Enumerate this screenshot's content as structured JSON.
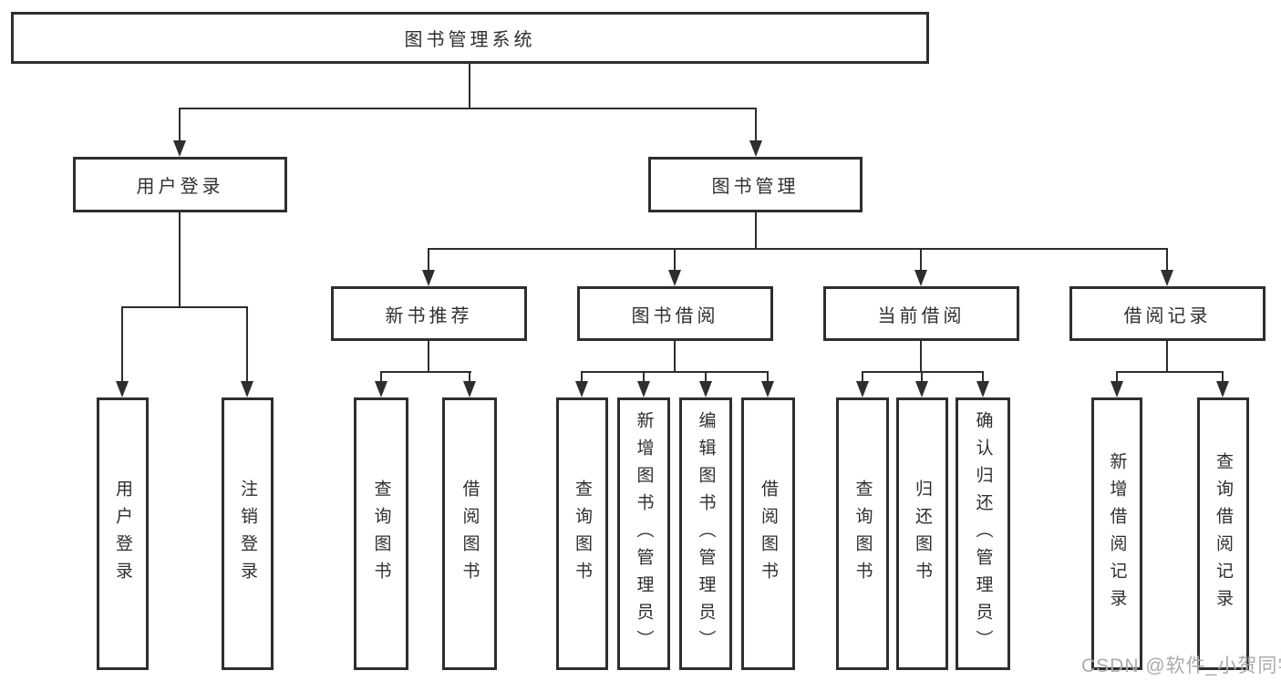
{
  "colors": {
    "line": "#2e2e2e",
    "text": "#2f2f2f",
    "watermark": "#ababab",
    "background": "#ffffff"
  },
  "tree": {
    "label": "图书管理系统",
    "children": [
      {
        "label": "用户登录",
        "children": [
          {
            "label": "用户登录"
          },
          {
            "label": "注销登录"
          }
        ]
      },
      {
        "label": "图书管理",
        "children": [
          {
            "label": "新书推荐",
            "children": [
              {
                "label": "查询图书"
              },
              {
                "label": "借阅图书"
              }
            ]
          },
          {
            "label": "图书借阅",
            "children": [
              {
                "label": "查询图书"
              },
              {
                "label": "新增图书（管理员）"
              },
              {
                "label": "编辑图书（管理员）"
              },
              {
                "label": "借阅图书"
              }
            ]
          },
          {
            "label": "当前借阅",
            "children": [
              {
                "label": "查询图书"
              },
              {
                "label": "归还图书"
              },
              {
                "label": "确认归还（管理员）"
              }
            ]
          },
          {
            "label": "借阅记录",
            "children": [
              {
                "label": "新增借阅记录"
              },
              {
                "label": "查询借阅记录"
              }
            ]
          }
        ]
      }
    ]
  },
  "watermark": {
    "text": "CSDN @软件_小贺同学"
  }
}
